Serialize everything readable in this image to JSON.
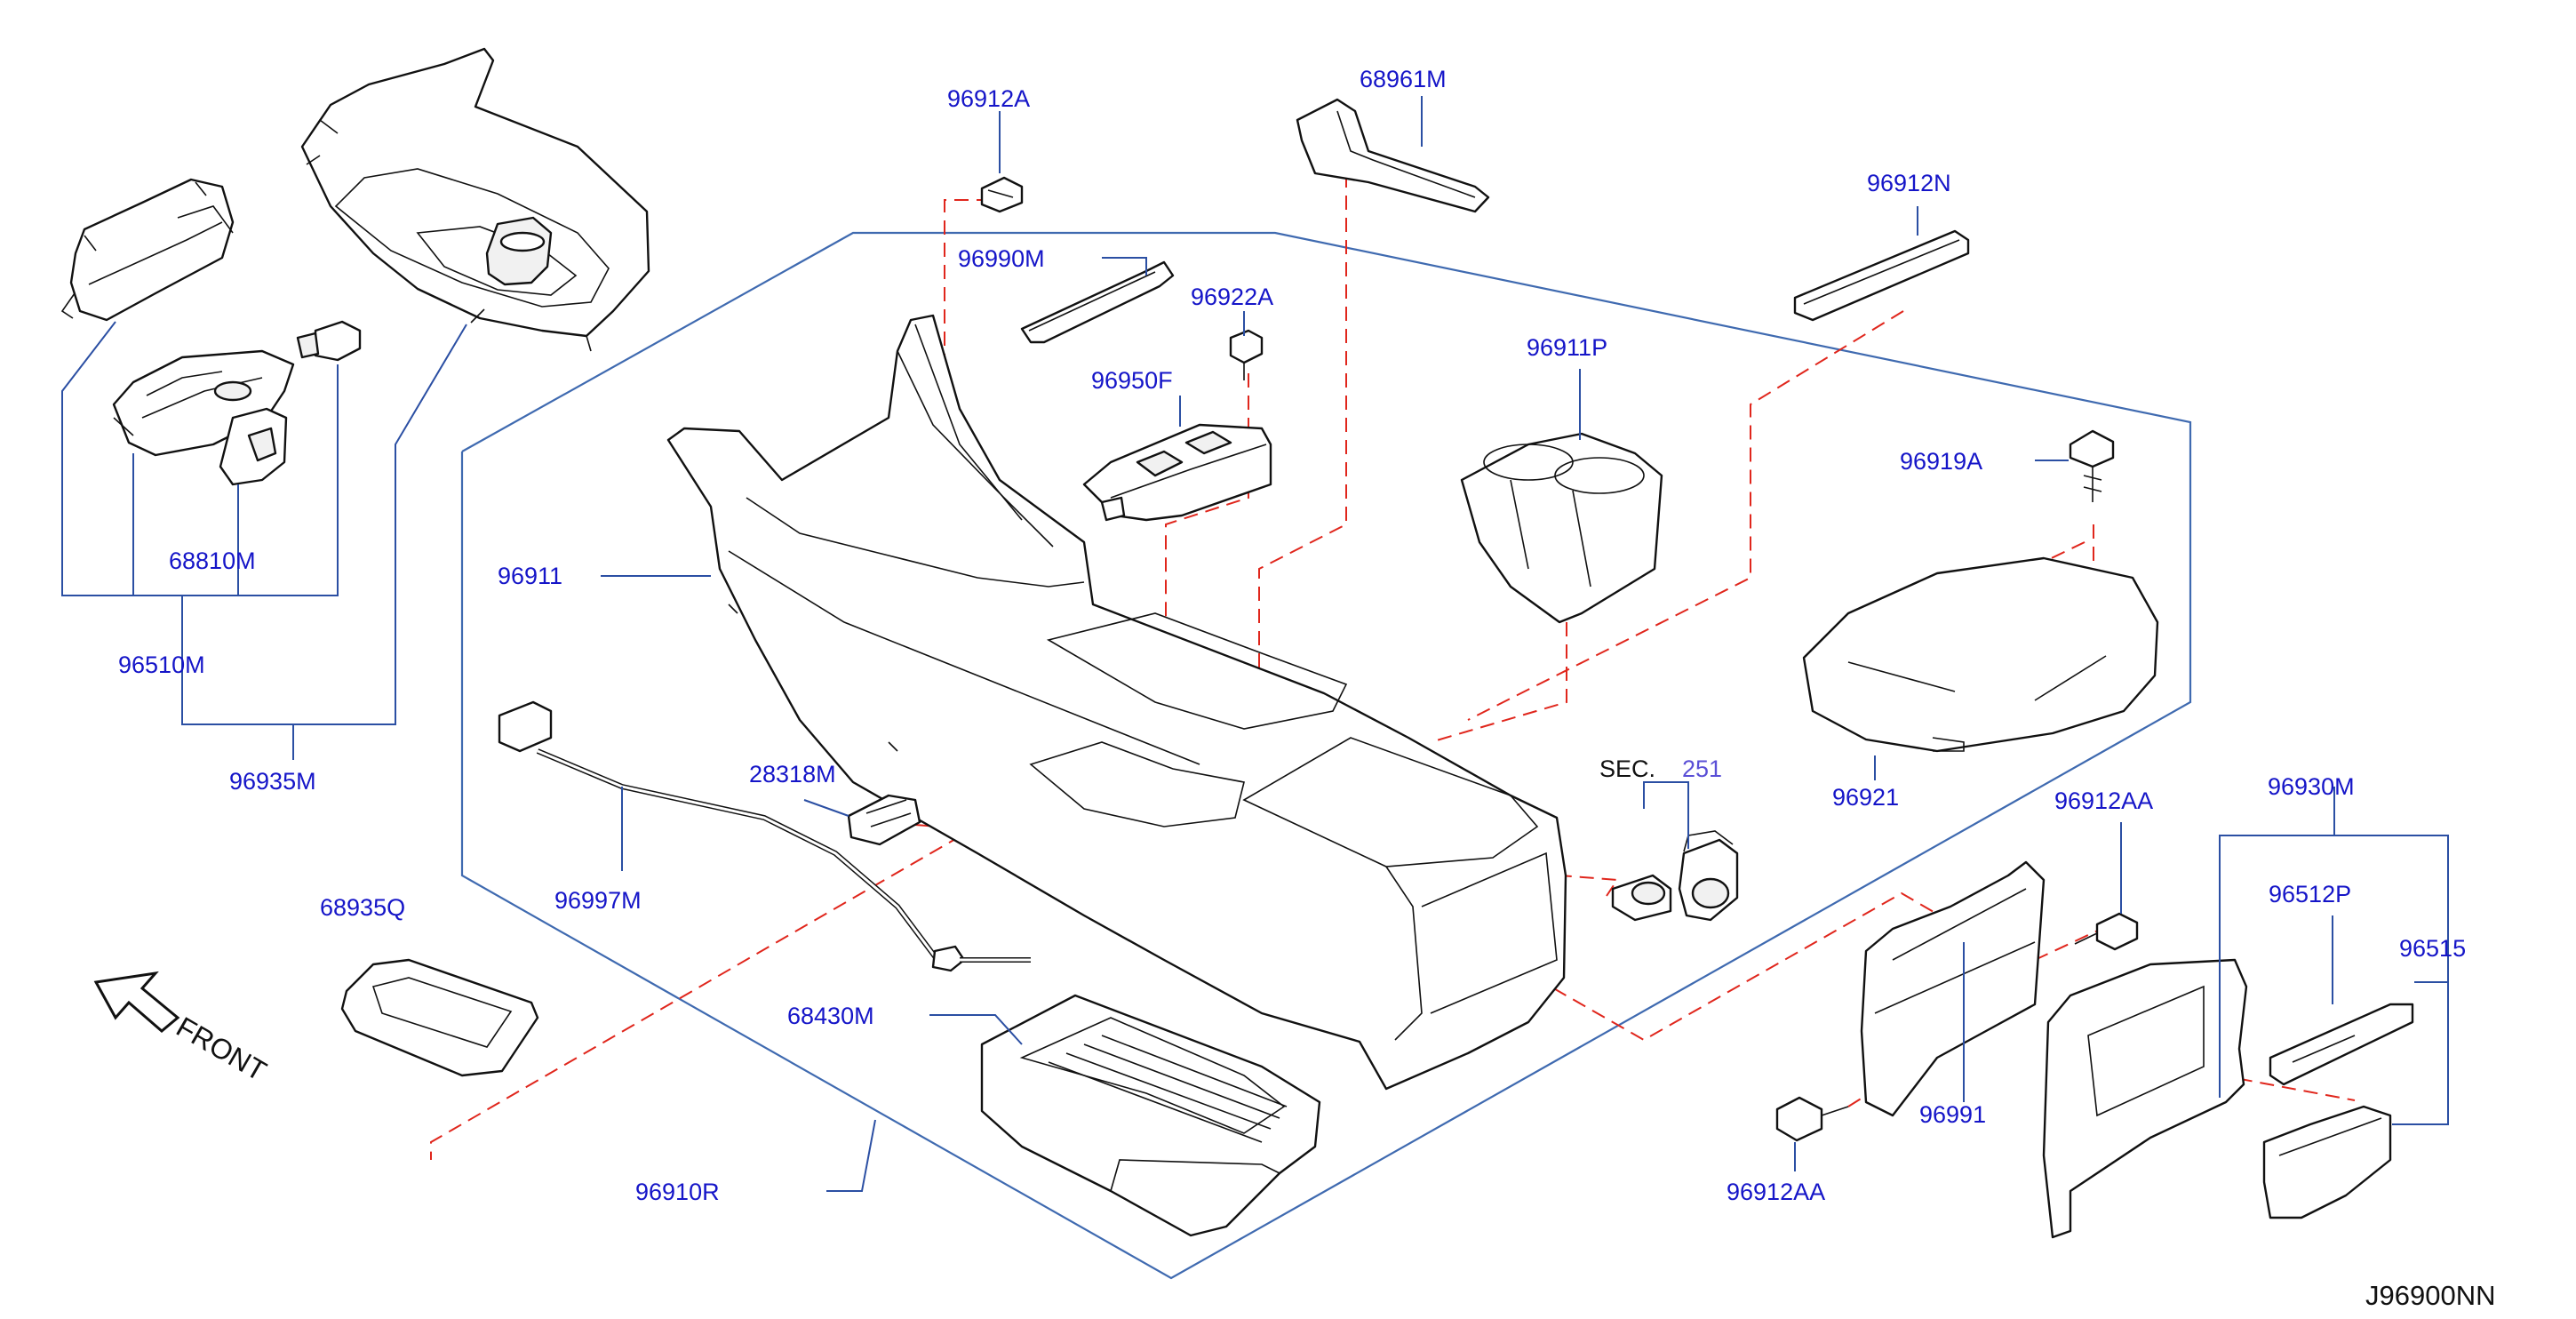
{
  "diagram": {
    "drawing_code": "J96900NN",
    "front_label": "FRONT",
    "section_ref": {
      "prefix": "SEC.",
      "number": "251"
    },
    "callouts": {
      "p96912A": "96912A",
      "p68961M": "68961M",
      "p96912N": "96912N",
      "p96990M": "96990M",
      "p96922A": "96922A",
      "p96950F": "96950F",
      "p96911P": "96911P",
      "p96919A": "96919A",
      "p96911": "96911",
      "p68810M": "68810M",
      "p96510M": "96510M",
      "p96935M": "96935M",
      "p28318M": "28318M",
      "p96997M": "96997M",
      "p96921": "96921",
      "p96912AA_top": "96912AA",
      "p96930M": "96930M",
      "p68935Q": "68935Q",
      "p96512P": "96512P",
      "p96515": "96515",
      "p68430M": "68430M",
      "p96991": "96991",
      "p96910R": "96910R",
      "p96912AA_bottom": "96912AA"
    }
  },
  "colors": {
    "callout_text": "#1515c8",
    "leader_line": "#2b4fa3",
    "hidden_line": "#e0261c",
    "part_stroke": "#111111"
  }
}
